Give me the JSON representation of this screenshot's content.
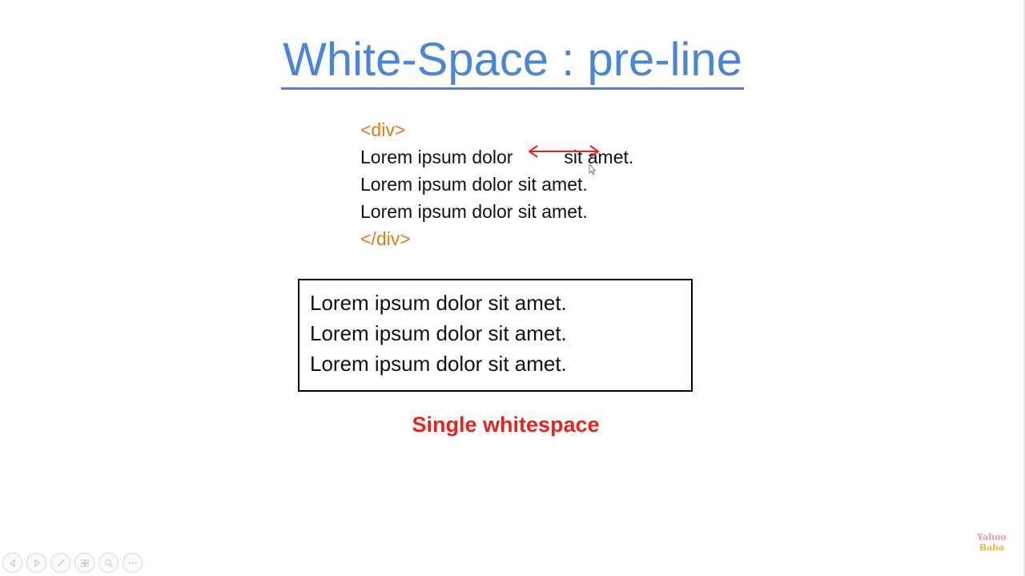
{
  "slide": {
    "title": "White-Space : pre-line",
    "code": {
      "open_tag": "<div>",
      "lines": [
        "Lorem ipsum dolor          sit amet.",
        "Lorem ipsum dolor sit amet.",
        "Lorem ipsum dolor sit amet."
      ],
      "close_tag": "</div>"
    },
    "output": {
      "lines": [
        "Lorem ipsum dolor sit amet.",
        "Lorem ipsum dolor sit amet.",
        "Lorem ipsum dolor sit amet."
      ]
    },
    "caption": "Single whitespace",
    "colors": {
      "title": "#4a86d6",
      "tag": "#e07b13",
      "arrow": "#e8231c",
      "caption": "#e8231c"
    }
  },
  "toolbar": {
    "buttons": [
      "previous-icon",
      "next-icon",
      "pen-icon",
      "slides-icon",
      "zoom-icon",
      "more-icon"
    ]
  },
  "logo": {
    "line1": "Yahoo",
    "line2": "Baba"
  }
}
